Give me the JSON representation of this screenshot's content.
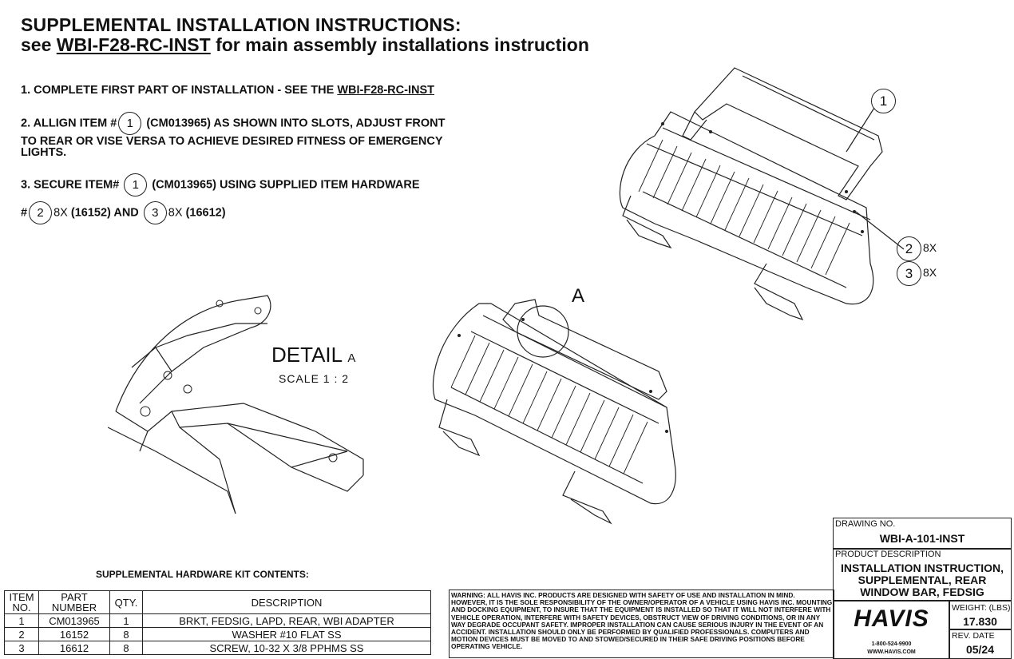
{
  "header": {
    "title_line1": "SUPPLEMENTAL INSTALLATION INSTRUCTIONS:",
    "title_line2_prefix": "see ",
    "title_line2_ref": "WBI-F28-RC-INST",
    "title_line2_suffix": " for main assembly installations instruction"
  },
  "steps": {
    "s1_text": "1.  COMPLETE FIRST PART OF INSTALLATION - SEE THE ",
    "s1_ref": "WBI-F28-RC-INST",
    "s2_a": "2.  ALLIGN ITEM #",
    "s2_item": "1",
    "s2_b": "(CM013965) AS SHOWN INTO SLOTS, ADJUST FRONT",
    "s2_c": "TO REAR OR VISE VERSA TO ACHIEVE DESIRED FITNESS OF EMERGENCY",
    "s2_d": "LIGHTS.",
    "s3_a": "3.  SECURE ITEM#",
    "s3_item": "1",
    "s3_b": "(CM013965) USING SUPPLIED ITEM HARDWARE",
    "s3_hash": "#",
    "s3_item2": "2",
    "s3_qty2": "8X",
    "s3_pn2": "(16152)",
    "s3_and": "AND",
    "s3_item3": "3",
    "s3_qty3": "8X",
    "s3_pn3": "(16612)"
  },
  "drawing": {
    "callout_1": "1",
    "callout_2": "2",
    "callout_2_qty": "8X",
    "callout_3": "3",
    "callout_3_qty": "8X",
    "detail_marker": "A",
    "detail_title": "DETAIL",
    "detail_letter": "A",
    "detail_scale": "SCALE 1 : 2"
  },
  "bom": {
    "title": "SUPPLEMENTAL HARDWARE KIT CONTENTS:",
    "headers": [
      "ITEM NO.",
      "PART NUMBER",
      "QTY.",
      "DESCRIPTION"
    ],
    "rows": [
      [
        "1",
        "CM013965",
        "1",
        "BRKT, FEDSIG, LAPD, REAR, WBI ADAPTER"
      ],
      [
        "2",
        "16152",
        "8",
        "WASHER #10 FLAT SS"
      ],
      [
        "3",
        "16612",
        "8",
        "SCREW, 10-32 X 3/8 PPHMS SS"
      ]
    ]
  },
  "warning": "WARNING:  ALL HAVIS INC. PRODUCTS ARE DESIGNED WITH SAFETY OF USE AND INSTALLATION IN MIND.  HOWEVER, IT IS THE SOLE RESPONSIBILITY OF THE OWNER/OPERATOR OF A VEHICLE USING HAVIS INC. MOUNTING AND DOCKING EQUIPMENT, TO INSURE THAT THE EQUIPMENT IS INSTALLED SO THAT IT WILL NOT INTERFERE WITH VEHICLE OPERATION, INTERFERE WITH SAFETY DEVICES, OBSTRUCT VIEW OF DRIVING CONDITIONS, OR IN ANY WAY DEGRADE OCCUPANT SAFETY.  IMPROPER INSTALLATION CAN CAUSE SERIOUS INJURY IN THE EVENT OF AN ACCIDENT.  INSTALLATION SHOULD ONLY BE PERFORMED BY QUALIFIED PROFESSIONALS.  COMPUTERS AND MOTION DEVICES MUST BE MOVED TO AND STOWED/SECURED IN THEIR SAFE DRIVING POSITIONS BEFORE OPERATING VEHICLE.",
  "title_block": {
    "drawing_no_label": "DRAWING NO.",
    "drawing_no": "WBI-A-101-INST",
    "product_desc_label": "PRODUCT DESCRIPTION",
    "product_desc_1": "INSTALLATION INSTRUCTION,",
    "product_desc_2": "SUPPLEMENTAL,  REAR",
    "product_desc_3": "WINDOW BAR, FEDSIG",
    "logo": "HAVIS",
    "phone": "1-800-524-9900",
    "web": "WWW.HAVIS.COM",
    "weight_label": "WEIGHT: (LBS)",
    "weight": "17.830",
    "rev_label": "REV. DATE",
    "rev": "05/24"
  }
}
